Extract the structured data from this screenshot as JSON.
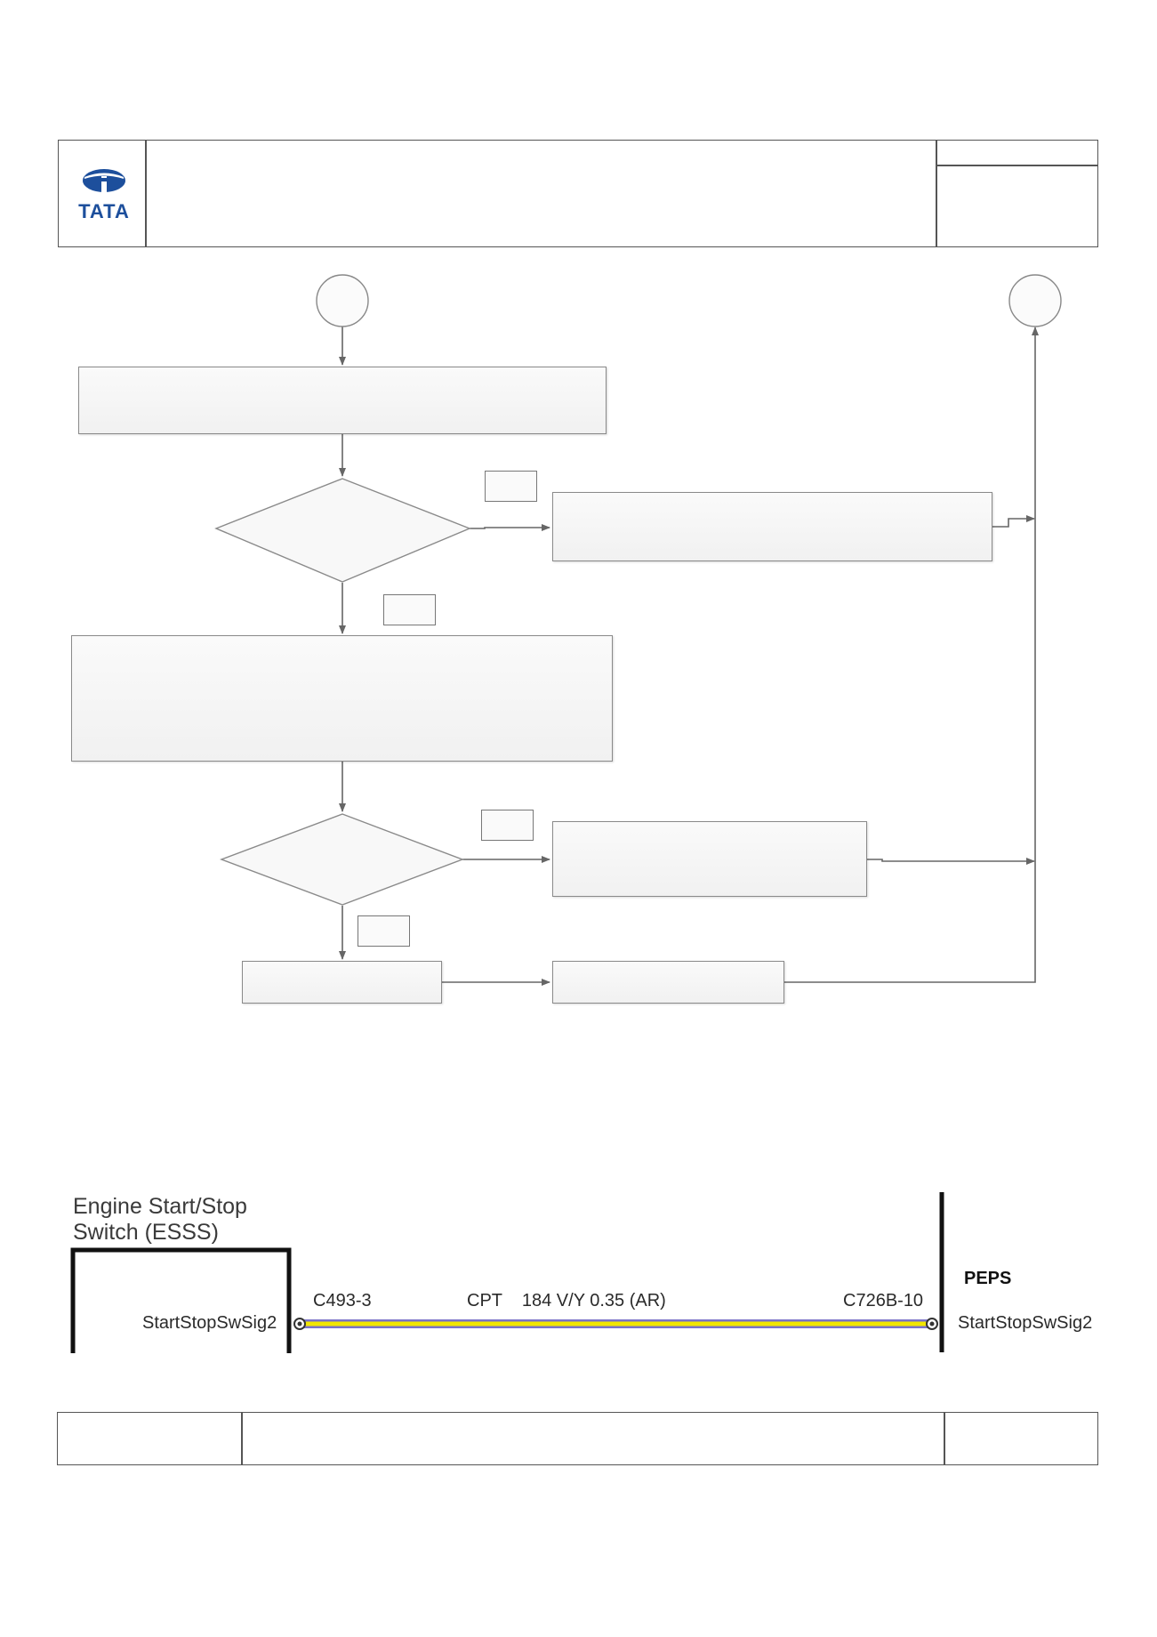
{
  "header": {
    "logo_text": "TATA"
  },
  "wiring": {
    "left_component": "Engine Start/Stop\nSwitch (ESSS)",
    "left_pin_label": "StartStopSwSig2",
    "left_connector": "C493-3",
    "circuit": "CPT    184 V/Y 0.35 (AR)",
    "right_connector": "C726B-10",
    "right_component": "PEPS",
    "right_pin_label": "StartStopSwSig2",
    "wire_colors": {
      "yellow": "#f2e600",
      "violet": "#7a72c8"
    }
  },
  "colors": {
    "line": "#666666",
    "box_border": "#8a8a8a"
  }
}
